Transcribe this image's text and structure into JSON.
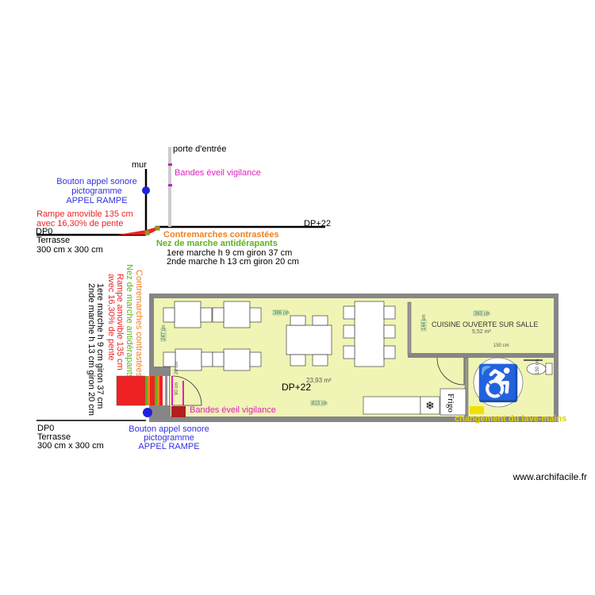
{
  "top_view": {
    "entrance_door": "porte d'entrée",
    "wall": "mur",
    "alert_strips": "Bandes éveil vigilance",
    "call_button": [
      "Bouton appel sonore",
      "pictogramme",
      "APPEL RAMPE"
    ],
    "ramp": [
      "Rampe amovible 135 cm",
      "avec 16,30% de pente"
    ],
    "level_low": "DP0",
    "level_high": "DP+22",
    "terrace": [
      "Terrasse",
      "300 cm x 300 cm"
    ],
    "risers": "Contremarches contrastées",
    "nosings": "Nez de marche antidérapants",
    "steps": [
      "1ere marche h 9 cm giron 37 cm",
      "2nde marche h 13 cm giron 20 cm"
    ]
  },
  "plan": {
    "vertical_notes": {
      "risers": "Contremarches contrastées",
      "nosings": "Nez de marche antidérapants",
      "ramp": [
        "Rampe amovible 135 cm",
        "avec 16,30% de pente"
      ],
      "steps": [
        "1ere marche h 9 cm giron 37 cm",
        "2nde marche h 13 cm giron 20 cm"
      ]
    },
    "room_area": "23,93 m²",
    "room_level": "DP+22",
    "kitchen_name": "CUISINE OUVERTE SUR SALLE",
    "kitchen_area": "5,52 m²",
    "dims": {
      "kitchen_width": "150 cm",
      "wc_depth": "150 cm",
      "door": "90 cm",
      "small_a": "20 cm",
      "tag1": "386 cm",
      "tag2": "247 cm",
      "tag3": "813 cm",
      "tag4": "363 cm",
      "tag5": "144 cm"
    },
    "fridge": "Frigo",
    "alert_strips": "Bandes éveil vigilance",
    "changing_table": "changement du lave-mains",
    "call_button": [
      "Bouton appel sonore",
      "pictogramme",
      "APPEL RAMPE"
    ],
    "level_low": "DP0",
    "terrace": [
      "Terrasse",
      "300 cm x 300 cm"
    ],
    "accessibility_icon": "wheelchair-icon"
  },
  "watermark": "www.archifacile.fr",
  "colors": {
    "wall": "#808080",
    "floor": "#f0f4b4",
    "blue": "#2020e0",
    "red": "#ee2222",
    "orange": "#f08020",
    "green": "#60b020",
    "magenta": "#e020c0",
    "yellow": "#f0e000"
  }
}
